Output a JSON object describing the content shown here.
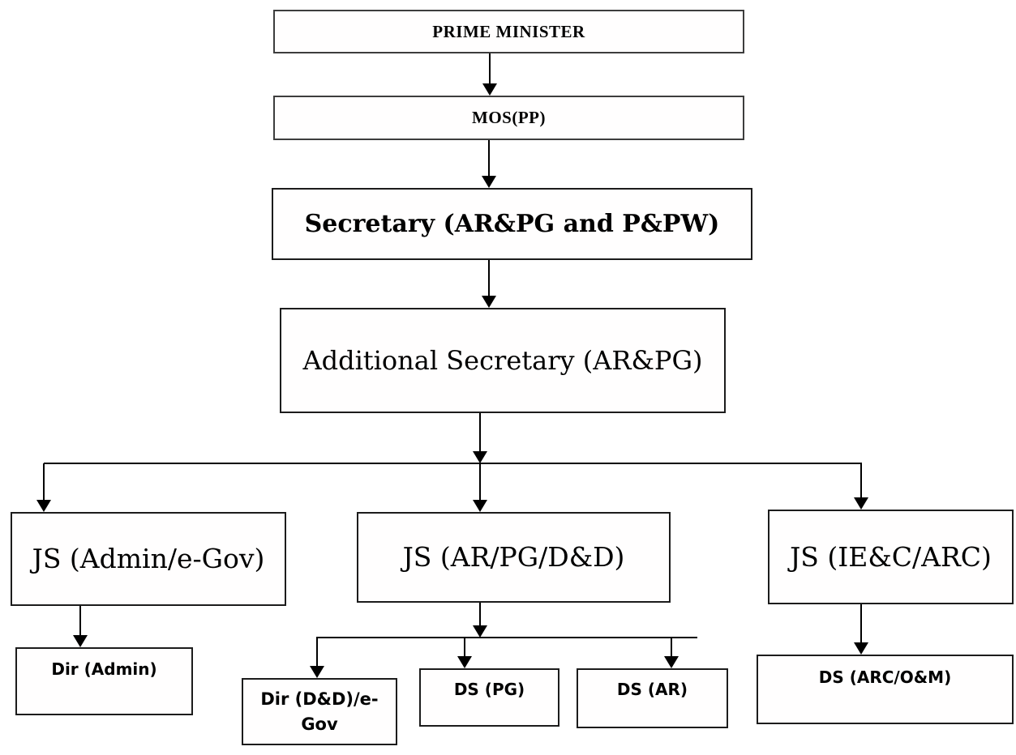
{
  "diagram": {
    "type": "organization-chart",
    "nodes": [
      {
        "id": "prime-minister",
        "label": "PRIME MINISTER",
        "level": 1
      },
      {
        "id": "mos-pp",
        "label": "MOS(PP)",
        "level": 2
      },
      {
        "id": "secretary-arpg-ppw",
        "label": "Secretary (AR&PG and P&PW)",
        "level": 3
      },
      {
        "id": "additional-secretary-arpg",
        "label": "Additional Secretary (AR&PG)",
        "level": 4
      },
      {
        "id": "js-admin-egov",
        "label": "JS (Admin/e-Gov)",
        "level": 5
      },
      {
        "id": "js-ar-pg-dd",
        "label": "JS (AR/PG/D&D)",
        "level": 5
      },
      {
        "id": "js-iec-arc",
        "label": "JS (IE&C/ARC)",
        "level": 5
      },
      {
        "id": "dir-admin",
        "label": "Dir (Admin)",
        "level": 6
      },
      {
        "id": "dir-dd-egov",
        "label": "Dir (D&D)/e-Gov",
        "level": 6
      },
      {
        "id": "ds-pg",
        "label": "DS (PG)",
        "level": 6
      },
      {
        "id": "ds-ar",
        "label": "DS (AR)",
        "level": 6
      },
      {
        "id": "ds-arc-om",
        "label": "DS (ARC/O&M)",
        "level": 6
      }
    ],
    "edges": [
      {
        "from": "PRIME MINISTER",
        "to": "MOS(PP)"
      },
      {
        "from": "MOS(PP)",
        "to": "Secretary (AR&PG and P&PW)"
      },
      {
        "from": "Secretary (AR&PG and P&PW)",
        "to": "Additional Secretary (AR&PG)"
      },
      {
        "from": "Additional Secretary (AR&PG)",
        "to": "JS (Admin/e-Gov)"
      },
      {
        "from": "Additional Secretary (AR&PG)",
        "to": "JS (AR/PG/D&D)"
      },
      {
        "from": "Additional Secretary (AR&PG)",
        "to": "JS (IE&C/ARC)"
      },
      {
        "from": "JS (Admin/e-Gov)",
        "to": "Dir (Admin)"
      },
      {
        "from": "JS (AR/PG/D&D)",
        "to": "Dir (D&D)/e-Gov"
      },
      {
        "from": "JS (AR/PG/D&D)",
        "to": "DS (PG)"
      },
      {
        "from": "JS (AR/PG/D&D)",
        "to": "DS (AR)"
      },
      {
        "from": "JS (IE&C/ARC)",
        "to": "DS (ARC/O&M)"
      }
    ],
    "colors": {
      "background": "#ffffff",
      "box_border": "#1c1c1c",
      "line": "#000000",
      "text": "#000000"
    }
  }
}
